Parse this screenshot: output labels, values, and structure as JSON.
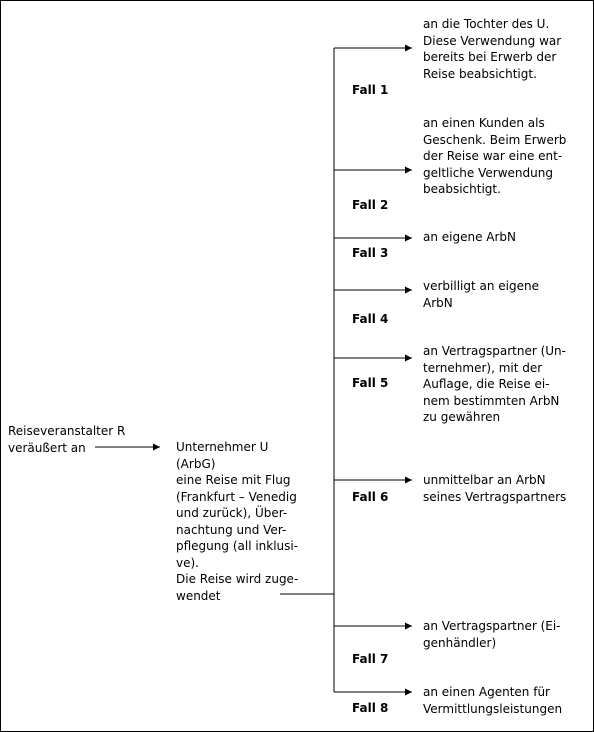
{
  "source": {
    "text": "Reiseveranstalter R\nveräußert an"
  },
  "entrepreneur": {
    "text": "Unternehmer U\n(ArbG)\neine Reise mit Flug\n(Frankfurt – Venedig\nund zurück), Über-\nnachtung und Ver-\npflegung (all inklusi-\nve).\nDie Reise wird zuge-\nwendet"
  },
  "cases": [
    {
      "label": "Fall 1",
      "recipient": "an die Tochter des U.\nDiese Verwendung war\nbereits bei Erwerb der\nReise beabsichtigt."
    },
    {
      "label": "Fall 2",
      "recipient": "an einen Kunden als\nGeschenk. Beim Erwerb\nder Reise war eine ent-\ngeltliche Verwendung\nbeabsichtigt."
    },
    {
      "label": "Fall 3",
      "recipient": "an eigene ArbN"
    },
    {
      "label": "Fall 4",
      "recipient": "verbilligt an eigene\nArbN"
    },
    {
      "label": "Fall 5",
      "recipient": "an Vertragspartner (Un-\nternehmer), mit der\nAuflage, die Reise ei-\nnem bestimmten ArbN\nzu gewähren"
    },
    {
      "label": "Fall 6",
      "recipient": "unmittelbar an ArbN\nseines Vertragspartners"
    },
    {
      "label": "Fall 7",
      "recipient": "an Vertragspartner (Ei-\ngenhändler)"
    },
    {
      "label": "Fall 8",
      "recipient": "an einen Agenten für\nVermittlungsleistungen"
    }
  ]
}
